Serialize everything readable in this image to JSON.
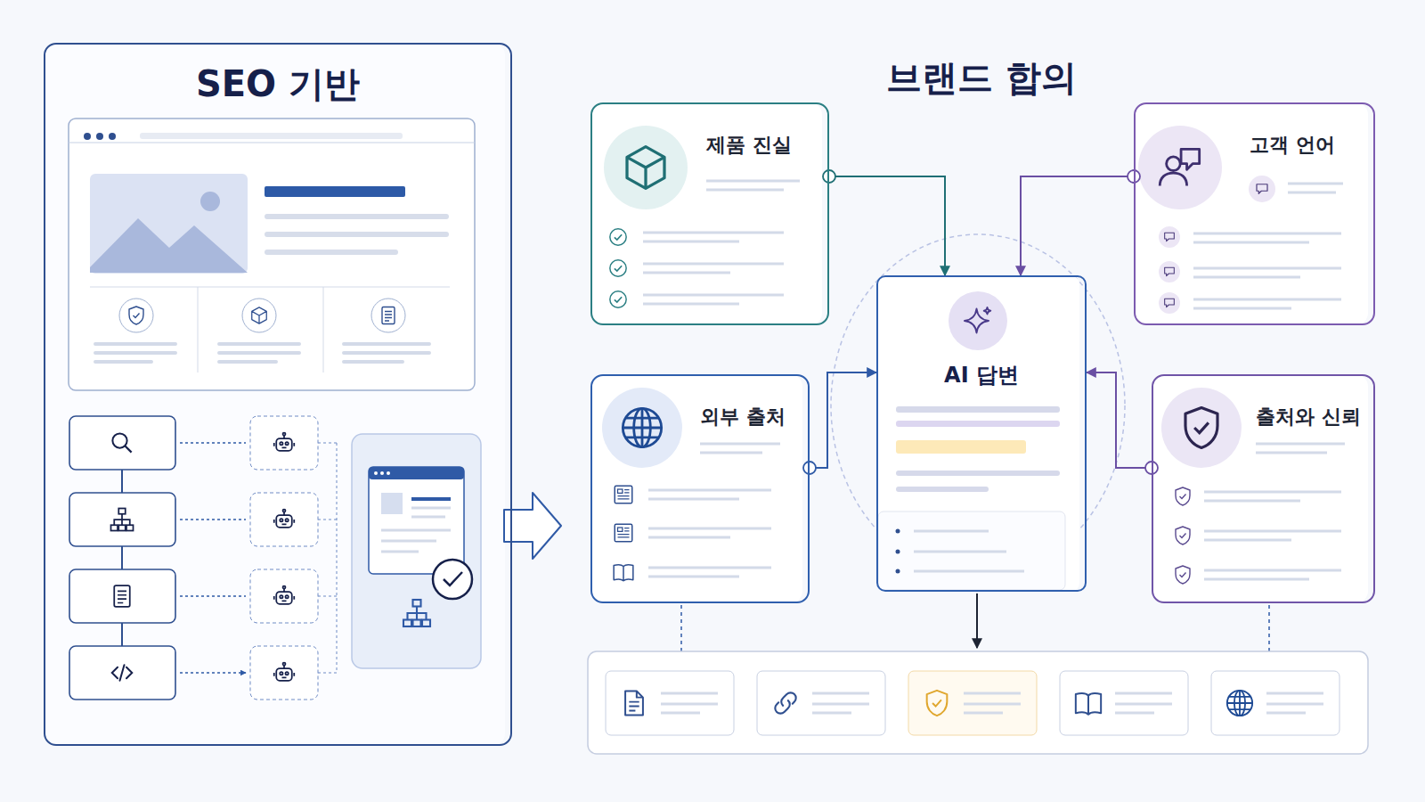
{
  "diagram": {
    "nodes": [
      {
        "text": [
          "SEO 기반"
        ]
      },
      {
        "text": [
          "제품 진실"
        ]
      },
      {
        "text": [
          "고객 언어"
        ]
      },
      {
        "text": [
          "외부 출처"
        ]
      },
      {
        "text": [
          "AI 답변"
        ]
      },
      {
        "text": [
          "출처와 신뢰"
        ]
      }
    ],
    "edges": [
      {
        "from": 1,
        "to": 4,
        "arrow": "to"
      },
      {
        "from": 2,
        "to": 4,
        "arrow": "to"
      },
      {
        "from": 3,
        "to": 4,
        "arrow": "to"
      },
      {
        "from": 5,
        "to": 4,
        "arrow": "to"
      }
    ],
    "labels": [
      "브랜드 합의"
    ]
  }
}
